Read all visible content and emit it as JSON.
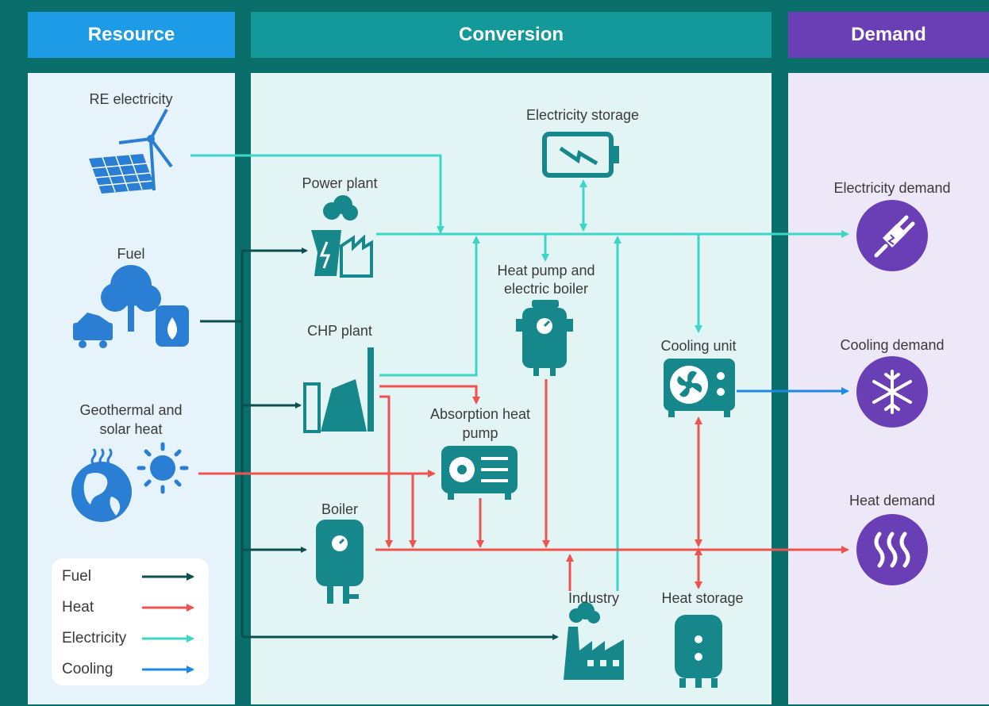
{
  "headers": {
    "resource": "Resource",
    "conversion": "Conversion",
    "demand": "Demand"
  },
  "resources": {
    "re_electricity": "RE electricity",
    "fuel": "Fuel",
    "geo_solar_1": "Geothermal and",
    "geo_solar_2": "solar heat"
  },
  "conversion": {
    "electricity_storage": "Electricity storage",
    "power_plant": "Power plant",
    "heat_pump_1": "Heat pump and",
    "heat_pump_2": "electric boiler",
    "chp_plant": "CHP plant",
    "absorption_1": "Absorption heat",
    "absorption_2": "pump",
    "cooling_unit": "Cooling unit",
    "boiler": "Boiler",
    "industry": "Industry",
    "heat_storage": "Heat storage"
  },
  "demand": {
    "electricity": "Electricity demand",
    "cooling": "Cooling demand",
    "heat": "Heat demand"
  },
  "legend": [
    {
      "label": "Fuel",
      "color": "#0b4f50"
    },
    {
      "label": "Heat",
      "color": "#ef5350"
    },
    {
      "label": "Electricity",
      "color": "#3cd6c8"
    },
    {
      "label": "Cooling",
      "color": "#1e88e5"
    }
  ],
  "colors": {
    "resource_header": "#1e9be6",
    "conversion_header": "#13999a",
    "demand_header": "#6a3fb5",
    "icon_teal": "#16878a",
    "demand_purple": "#6a3fb5"
  }
}
